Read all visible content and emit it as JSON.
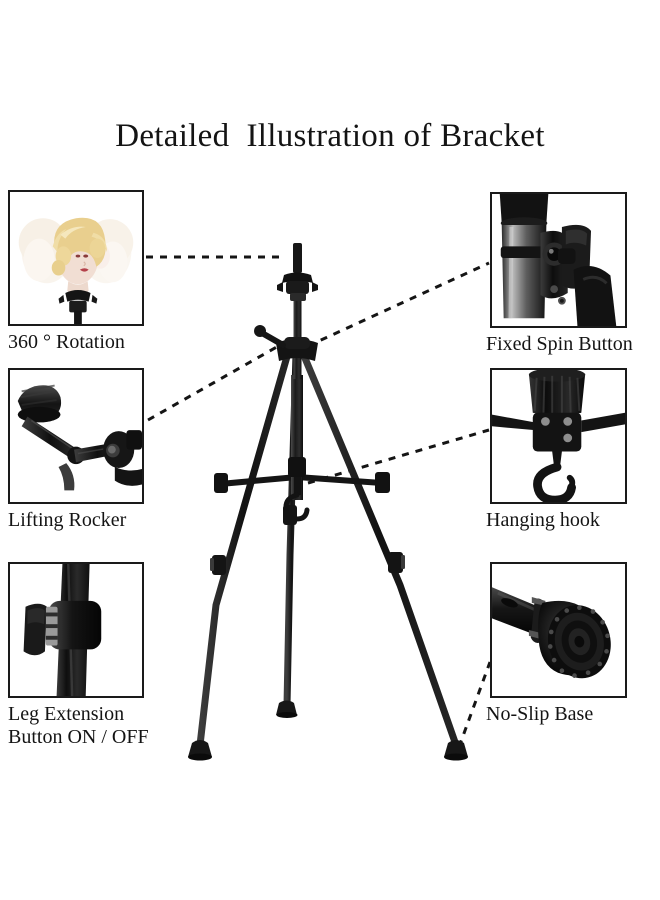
{
  "page": {
    "background_color": "#ffffff",
    "ink_color": "#141414"
  },
  "header": {
    "title": "Detailed  Illustration of Bracket"
  },
  "callouts": [
    {
      "id": "rotation",
      "label": "360 ° Rotation",
      "icon": "mannequin-head-rotation-icon",
      "side": "left",
      "leader": "horizontal dashed line to tripod mount head"
    },
    {
      "id": "lifting-rocker",
      "label": "Lifting Rocker",
      "icon": "crank-arm-icon",
      "side": "left",
      "leader": "diagonal dashed line to tripod shoulder"
    },
    {
      "id": "leg-extension",
      "label": "Leg Extension\nButton ON / OFF",
      "icon": "leg-lock-clamp-icon",
      "side": "left",
      "leader": "none"
    },
    {
      "id": "fixed-spin-button",
      "label": "Fixed Spin Button",
      "icon": "hinge-clamp-knob-icon",
      "side": "right",
      "leader": "diagonal dashed line to tripod shoulder"
    },
    {
      "id": "hanging-hook",
      "label": "Hanging hook",
      "icon": "hub-with-hook-icon",
      "side": "right",
      "leader": "diagonal dashed line to spreader hub"
    },
    {
      "id": "no-slip-base",
      "label": "No-Slip Base",
      "icon": "rubber-foot-icon",
      "side": "right",
      "leader": "steep dashed line to right leg foot"
    }
  ],
  "product": {
    "name": "tripod-bracket-stand",
    "parts": [
      "mount-pin",
      "rotation-collar",
      "center-column",
      "lifting-rocker-arm",
      "shoulder-hub",
      "spreader-braces",
      "hanging-hook",
      "leg-lock-collars",
      "rubber-feet"
    ],
    "leg_count": 3,
    "color": "#1d1d1d"
  }
}
